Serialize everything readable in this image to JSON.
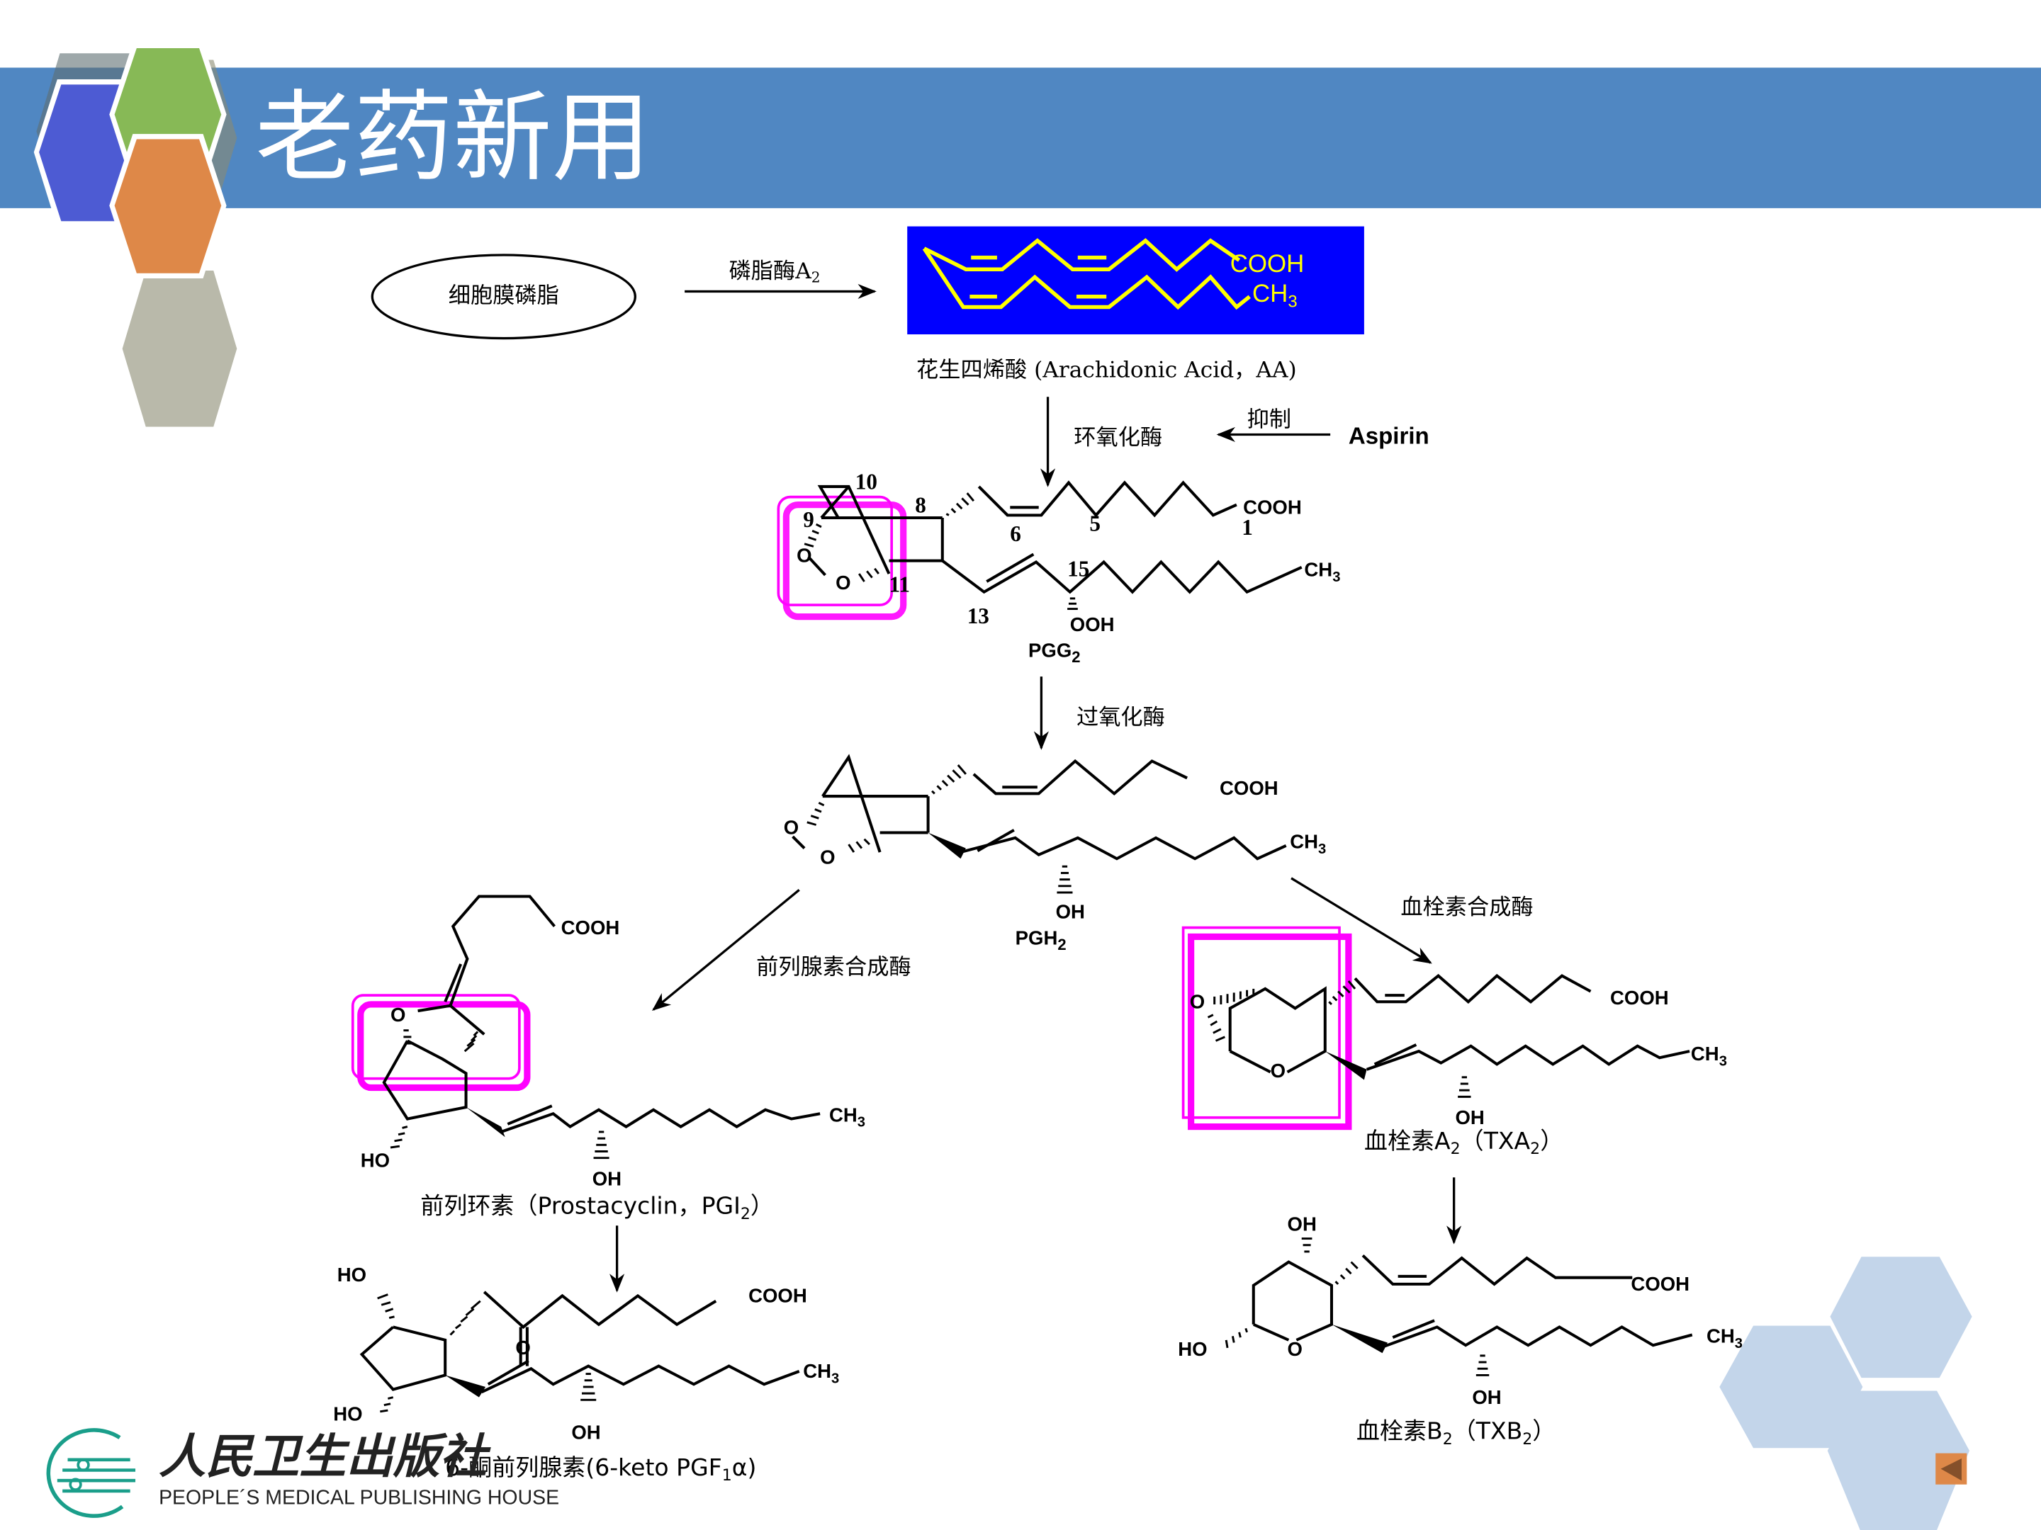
{
  "slide": {
    "title": "老药新用",
    "colors": {
      "title_bar": "#5087c2",
      "title_text": "#ffffff",
      "hex_blue": "#4d5bd3",
      "hex_green": "#87b956",
      "hex_orange": "#de8848",
      "hex_light": "#c3d5ea",
      "aa_box": "#0000ff",
      "aa_struct": "#ffff00",
      "highlight": "#ff00ff",
      "nav_button": "#de8848",
      "nav_arrow": "#85502a",
      "logo_teal": "#1a9e8a"
    }
  },
  "pathway": {
    "membrane": "细胞膜磷脂",
    "pla2": "磷脂酶A",
    "pla2_sub": "2",
    "aa": {
      "cooh": "COOH",
      "ch3": "CH",
      "ch3_sub": "3",
      "caption": "花生四烯酸  (Arachidonic Acid，AA)"
    },
    "cox": "环氧化酶",
    "inhibit": "抑制",
    "aspirin": "Aspirin",
    "pgg2": {
      "name": "PGG",
      "sub": "2",
      "numbers": [
        "10",
        "9",
        "8",
        "6",
        "5",
        "1",
        "11",
        "13",
        "15"
      ],
      "cooh": "COOH",
      "ch3": "CH",
      "ch3_sub": "3",
      "ooh": "OOH",
      "o1": "O",
      "o2": "O"
    },
    "peroxidase": "过氧化酶",
    "pgh2": {
      "name": "PGH",
      "sub": "2",
      "cooh": "COOH",
      "ch3": "CH",
      "ch3_sub": "3",
      "oh": "OH",
      "o1": "O",
      "o2": "O"
    },
    "pgi_synthase": "前列腺素合成酶",
    "txa_synthase": "血栓素合成酶",
    "pgi2": {
      "cooh": "COOH",
      "ch3": "CH",
      "ch3_sub": "3",
      "o": "O",
      "ho": "HO",
      "oh": "OH",
      "caption_cn": "前列环素（Prostacyclin，PGI",
      "caption_sub": "2",
      "caption_end": "）"
    },
    "txa2": {
      "cooh": "COOH",
      "ch3": "CH",
      "ch3_sub": "3",
      "o1": "O",
      "o2": "O",
      "oh": "OH",
      "caption_a": "血栓素A",
      "caption_sub1": "2",
      "caption_mid": "（TXA",
      "caption_sub2": "2",
      "caption_end": "）"
    },
    "keto": {
      "cooh": "COOH",
      "ch3": "CH",
      "ch3_sub": "3",
      "o": "O",
      "ho1": "HO",
      "ho2": "HO",
      "oh": "OH",
      "caption": "6-酮前列腺素(6-keto PGF",
      "caption_sub": "1",
      "caption_end": "α)"
    },
    "txb2": {
      "cooh": "COOH",
      "ch3": "CH",
      "ch3_sub": "3",
      "o": "O",
      "ho": "HO",
      "oh1": "OH",
      "oh2": "OH",
      "caption_a": "血栓素B",
      "caption_sub1": "2",
      "caption_mid": "（TXB",
      "caption_sub2": "2",
      "caption_end": "）"
    }
  },
  "publisher": {
    "name_cn": "人民卫生出版社",
    "name_en": "PEOPLE´S MEDICAL PUBLISHING HOUSE"
  },
  "nav": {
    "back_icon": "triangle-left"
  }
}
